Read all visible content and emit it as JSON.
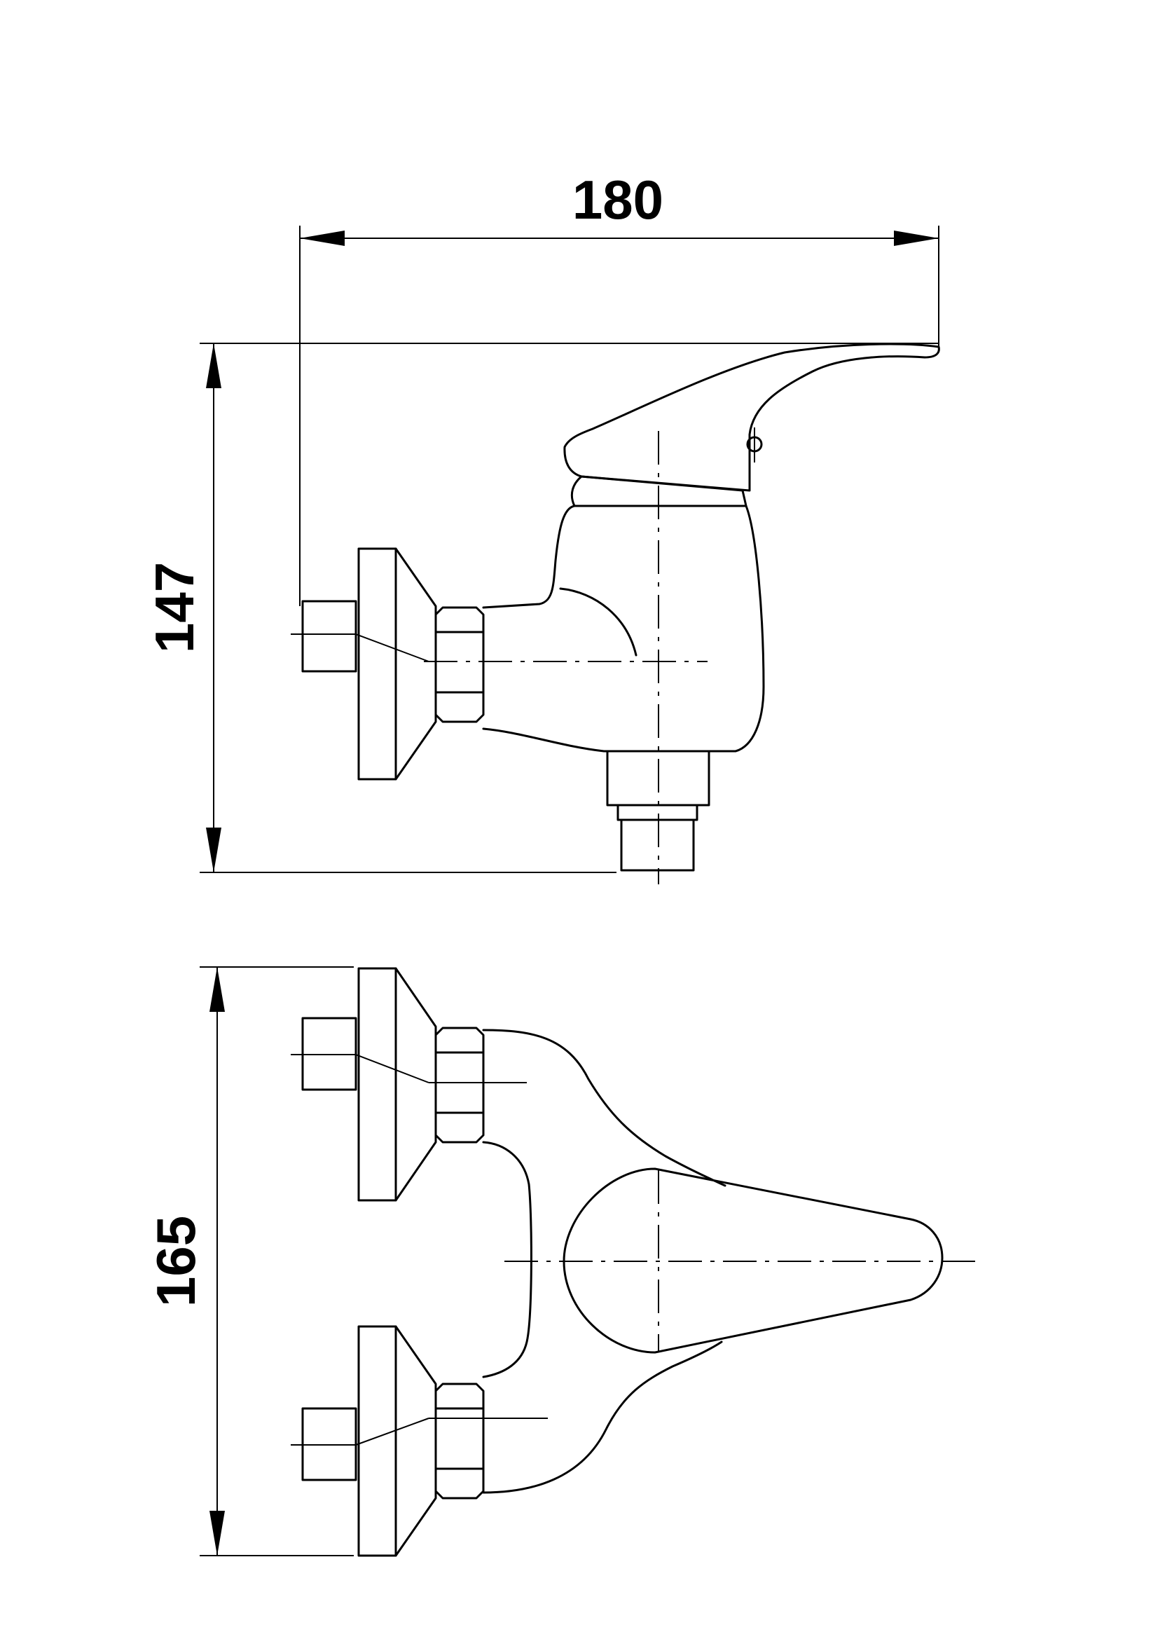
{
  "dimensions": {
    "width": "180",
    "height": "147",
    "depth": "165"
  }
}
